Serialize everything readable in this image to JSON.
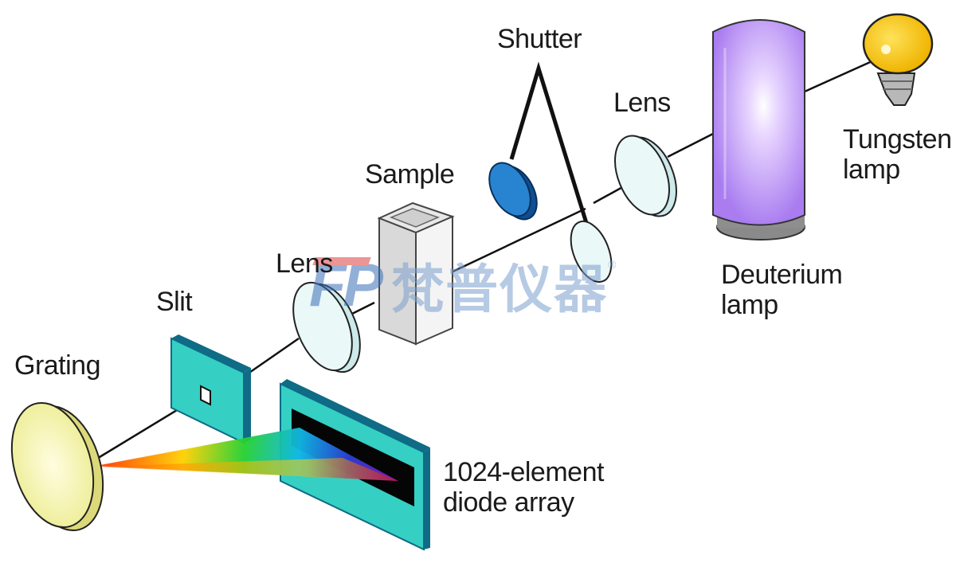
{
  "labels": {
    "shutter": "Shutter",
    "lens_right": "Lens",
    "tungsten": "Tungsten\nlamp",
    "sample": "Sample",
    "deuterium": "Deuterium\nlamp",
    "lens_left": "Lens",
    "slit": "Slit",
    "grating": "Grating",
    "diode": "1024-element\ndiode array"
  },
  "watermark": {
    "logo": "FP",
    "text": "梵普仪器",
    "registered": "®"
  },
  "colors": {
    "teal_panel": "#35cfc4",
    "panel_edge": "#0f6b86",
    "deuterium": "#b58cf2",
    "tungsten": "#f5c318",
    "shutter_blue": "#1f72bb",
    "lens_fill": "#e7f6f6",
    "grating_fill": "#f7f2a0"
  }
}
